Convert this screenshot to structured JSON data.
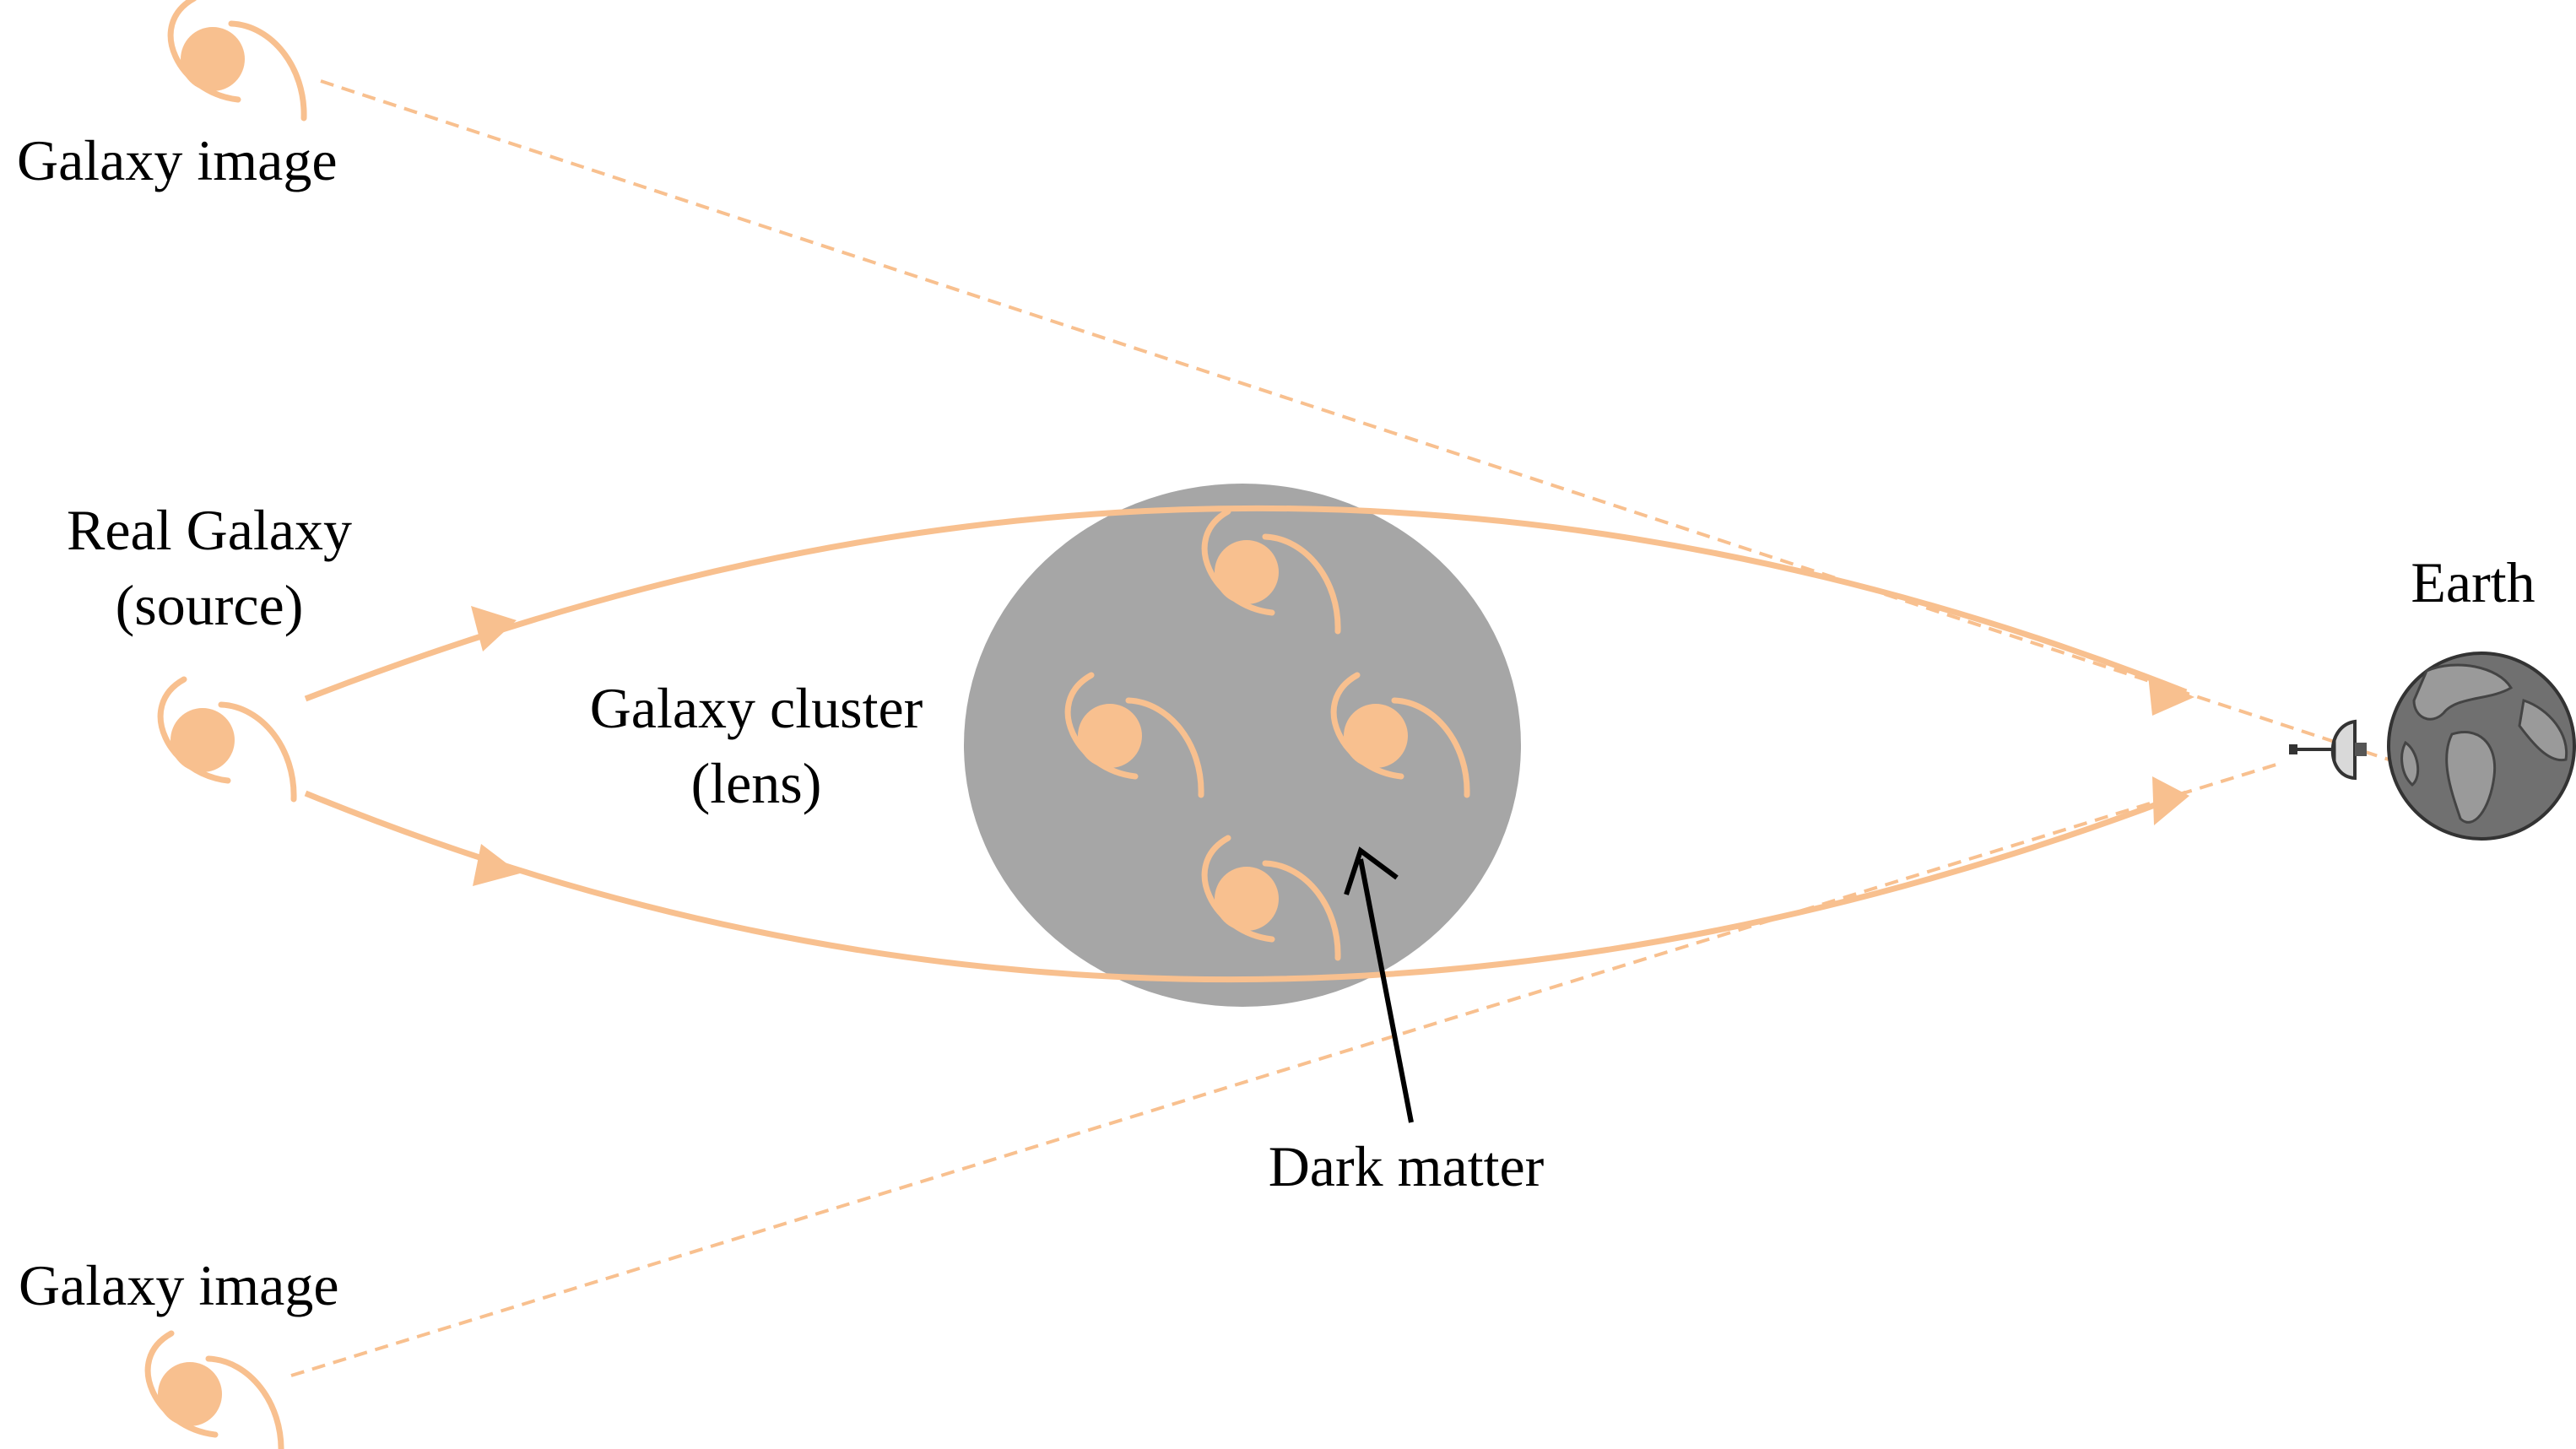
{
  "labels": {
    "galaxy_image_top": "Galaxy image",
    "real_galaxy_line1": "Real Galaxy",
    "real_galaxy_line2": "(source)",
    "galaxy_cluster_line1": "Galaxy cluster",
    "galaxy_cluster_line2": "(lens)",
    "dark_matter": "Dark matter",
    "earth": "Earth",
    "galaxy_image_bottom": "Galaxy image"
  },
  "colors": {
    "light_ray": "#f8c08f",
    "galaxy": "#f8c08f",
    "cluster": "#a6a6a6",
    "earth_ocean": "#707070",
    "earth_land": "#9a9a9a",
    "arrow": "#000000"
  },
  "icons": [
    "spiral-galaxy-icon",
    "satellite-dish-icon",
    "earth-globe-icon"
  ]
}
